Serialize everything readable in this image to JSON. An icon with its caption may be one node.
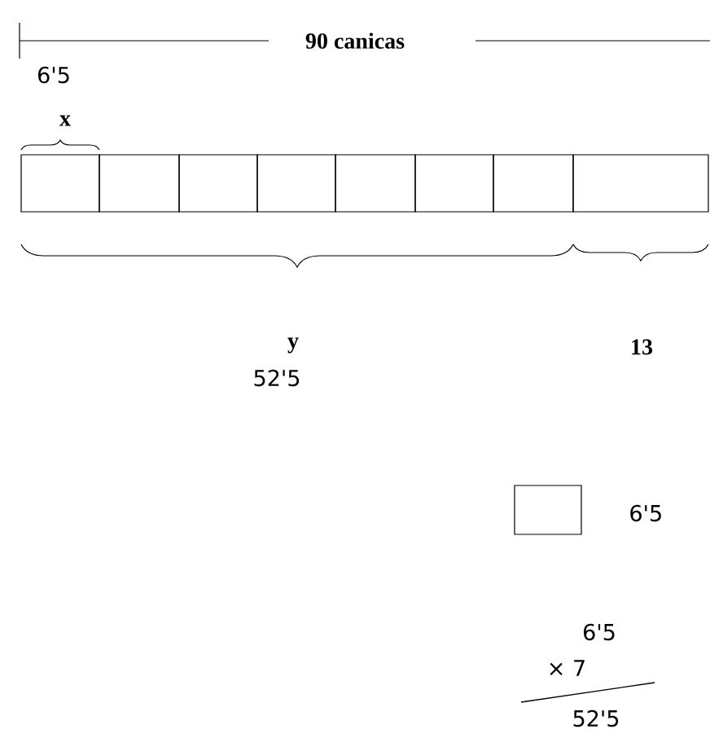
{
  "diagram": {
    "nodes": [
      {
        "text": [],
        "shape": "box"
      },
      {
        "text": [],
        "shape": "box"
      },
      {
        "text": [],
        "shape": "box"
      },
      {
        "text": [],
        "shape": "box"
      },
      {
        "text": [],
        "shape": "box"
      },
      {
        "text": [],
        "shape": "box"
      },
      {
        "text": [],
        "shape": "box"
      },
      {
        "text": [],
        "shape": "box"
      },
      {
        "text": [],
        "shape": "box",
        "beside": [
          "6'5"
        ]
      }
    ],
    "labels": [
      "90 canicas",
      "6'5",
      "x",
      "y",
      "52'5",
      "13",
      "6'5",
      "× 7",
      "52'5"
    ]
  }
}
